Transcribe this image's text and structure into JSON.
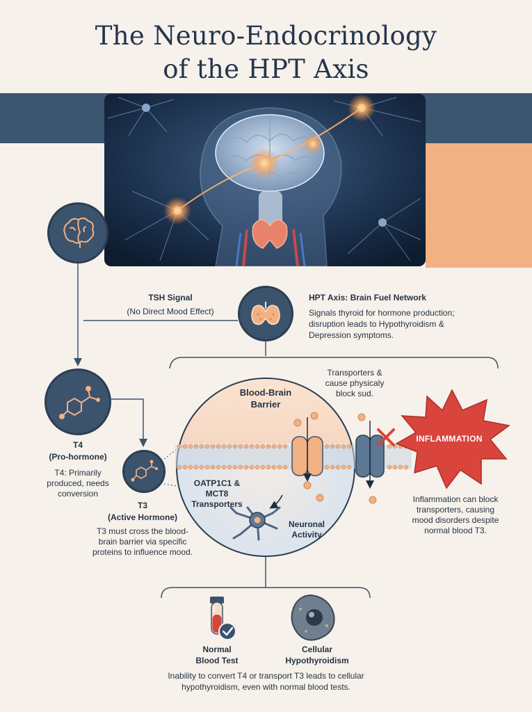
{
  "title": {
    "line1": "The Neuro-Endocrinology",
    "line2": "of the HPT Axis"
  },
  "tsh": {
    "title": "TSH Signal",
    "note": "(No Direct Mood Effect)"
  },
  "hpt": {
    "title": "HPT Axis: Brain Fuel Network",
    "body1": "Signals thyroid for hormone production;",
    "body2": "disruption leads to Hypothyroidism &",
    "body3": "Depression symptoms."
  },
  "t4": {
    "title1": "T4",
    "title2": "(Pro-hormone)",
    "body1": "T4: Primarily",
    "body2": "produced, needs",
    "body3": "conversion"
  },
  "t3": {
    "title1": "T3",
    "title2": "(Active Hormone)",
    "body1": "T3 must cross the blood-",
    "body2": "brain barrier via specific",
    "body3": "proteins to influence mood."
  },
  "bbb": {
    "title1": "Blood-Brain",
    "title2": "Barrier",
    "transporters1": "OATP1C1 &",
    "transporters2": "MCT8",
    "transporters3": "Transporters",
    "neuron1": "Neuronal",
    "neuron2": "Activity"
  },
  "transport_note": {
    "line1": "Transporters &",
    "line2": "cause physicaly",
    "line3": "block sud."
  },
  "inflammation": {
    "label": "INFLAMMATION",
    "body1": "Inflammation can block",
    "body2": "transporters, causing",
    "body3": "mood disorders despite",
    "body4": "normal blood T3."
  },
  "blood_test": {
    "line1": "Normal",
    "line2": "Blood Test"
  },
  "cellular": {
    "line1": "Cellular",
    "line2": "Hypothyroidism"
  },
  "footer": {
    "line1": "Inability to convert T4 or transport T3 leads to cellular",
    "line2": "hypothyroidism, even with normal blood tests."
  },
  "colors": {
    "navy": "#3b536d",
    "orange": "#f2b183",
    "cream": "#f6f1ea",
    "red": "#d9443c",
    "text": "#243447"
  },
  "icons": [
    "brain-icon",
    "thyroid-icon",
    "molecule-icon",
    "test-tube-icon",
    "check-icon",
    "cell-icon",
    "neuron-icon",
    "x-icon",
    "arrow-icon"
  ]
}
